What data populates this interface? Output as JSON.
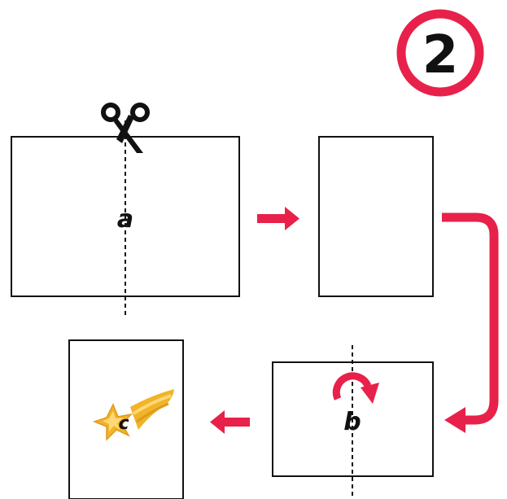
{
  "step_badge": {
    "number": "2",
    "ring_color": "#e8214a"
  },
  "labels": {
    "a": "a",
    "b": "b",
    "c": "c"
  },
  "colors": {
    "outline": "#111111",
    "arrow": "#e8214a",
    "star": "#f0b429",
    "star_light": "#ffd874"
  },
  "icons": {
    "scissors": "scissors-icon",
    "rotate": "rotate-icon",
    "star": "shooting-star-icon"
  }
}
